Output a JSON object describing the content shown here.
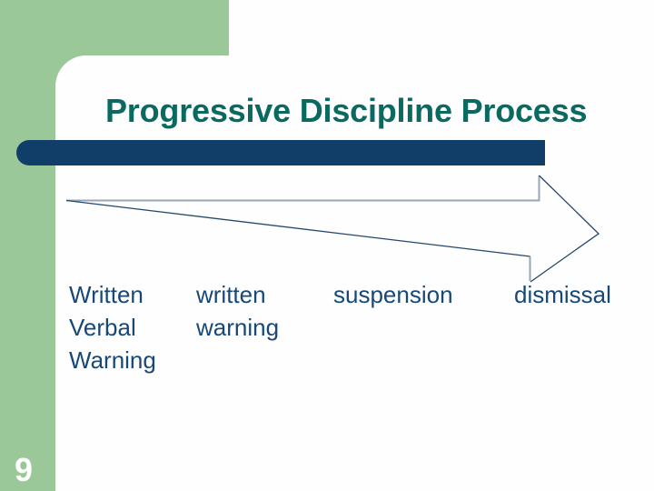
{
  "slide": {
    "title": "Progressive Discipline Process",
    "page_number": "9",
    "stages": {
      "columns": [
        {
          "words": [
            "Written",
            "Verbal",
            "Warning"
          ]
        },
        {
          "words": [
            "written",
            "warning"
          ]
        },
        {
          "words": [
            "suspension"
          ]
        },
        {
          "words": [
            "dismissal"
          ]
        }
      ]
    },
    "arrow": {
      "shape": "right-arrow-outline",
      "direction": "right"
    },
    "colors": {
      "accent_green": "#9AC898",
      "bar_navy": "#113E68",
      "title_teal": "#0A6A61",
      "body_text_navy": "#174878",
      "arrow_light_stroke": "#96A7B8",
      "arrow_dark_stroke": "#24476E",
      "page_number_white": "#FFFFFF"
    }
  }
}
